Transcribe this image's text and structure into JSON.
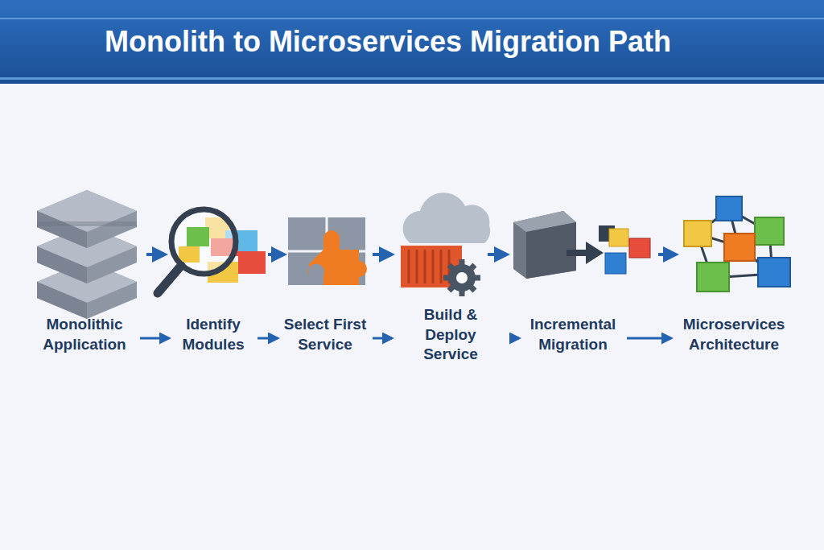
{
  "diagram": {
    "title": "Monolith to Microservices Migration Path",
    "nodes": [
      {
        "text": [
          "Monolithic Application"
        ]
      },
      {
        "text": [
          "Identify Modules"
        ]
      },
      {
        "text": [
          "Select First Service"
        ]
      },
      {
        "text": [
          "Build & Deploy Service"
        ]
      },
      {
        "text": [
          "Incremental Migration"
        ]
      },
      {
        "text": [
          "Microservices Architecture"
        ]
      }
    ],
    "edges": [
      {
        "from": 0,
        "to": 1,
        "arrow": "to"
      },
      {
        "from": 1,
        "to": 2,
        "arrow": "to"
      },
      {
        "from": 2,
        "to": 3,
        "arrow": "to"
      },
      {
        "from": 3,
        "to": 4,
        "arrow": "to"
      },
      {
        "from": 4,
        "to": 5,
        "arrow": "to"
      }
    ]
  }
}
